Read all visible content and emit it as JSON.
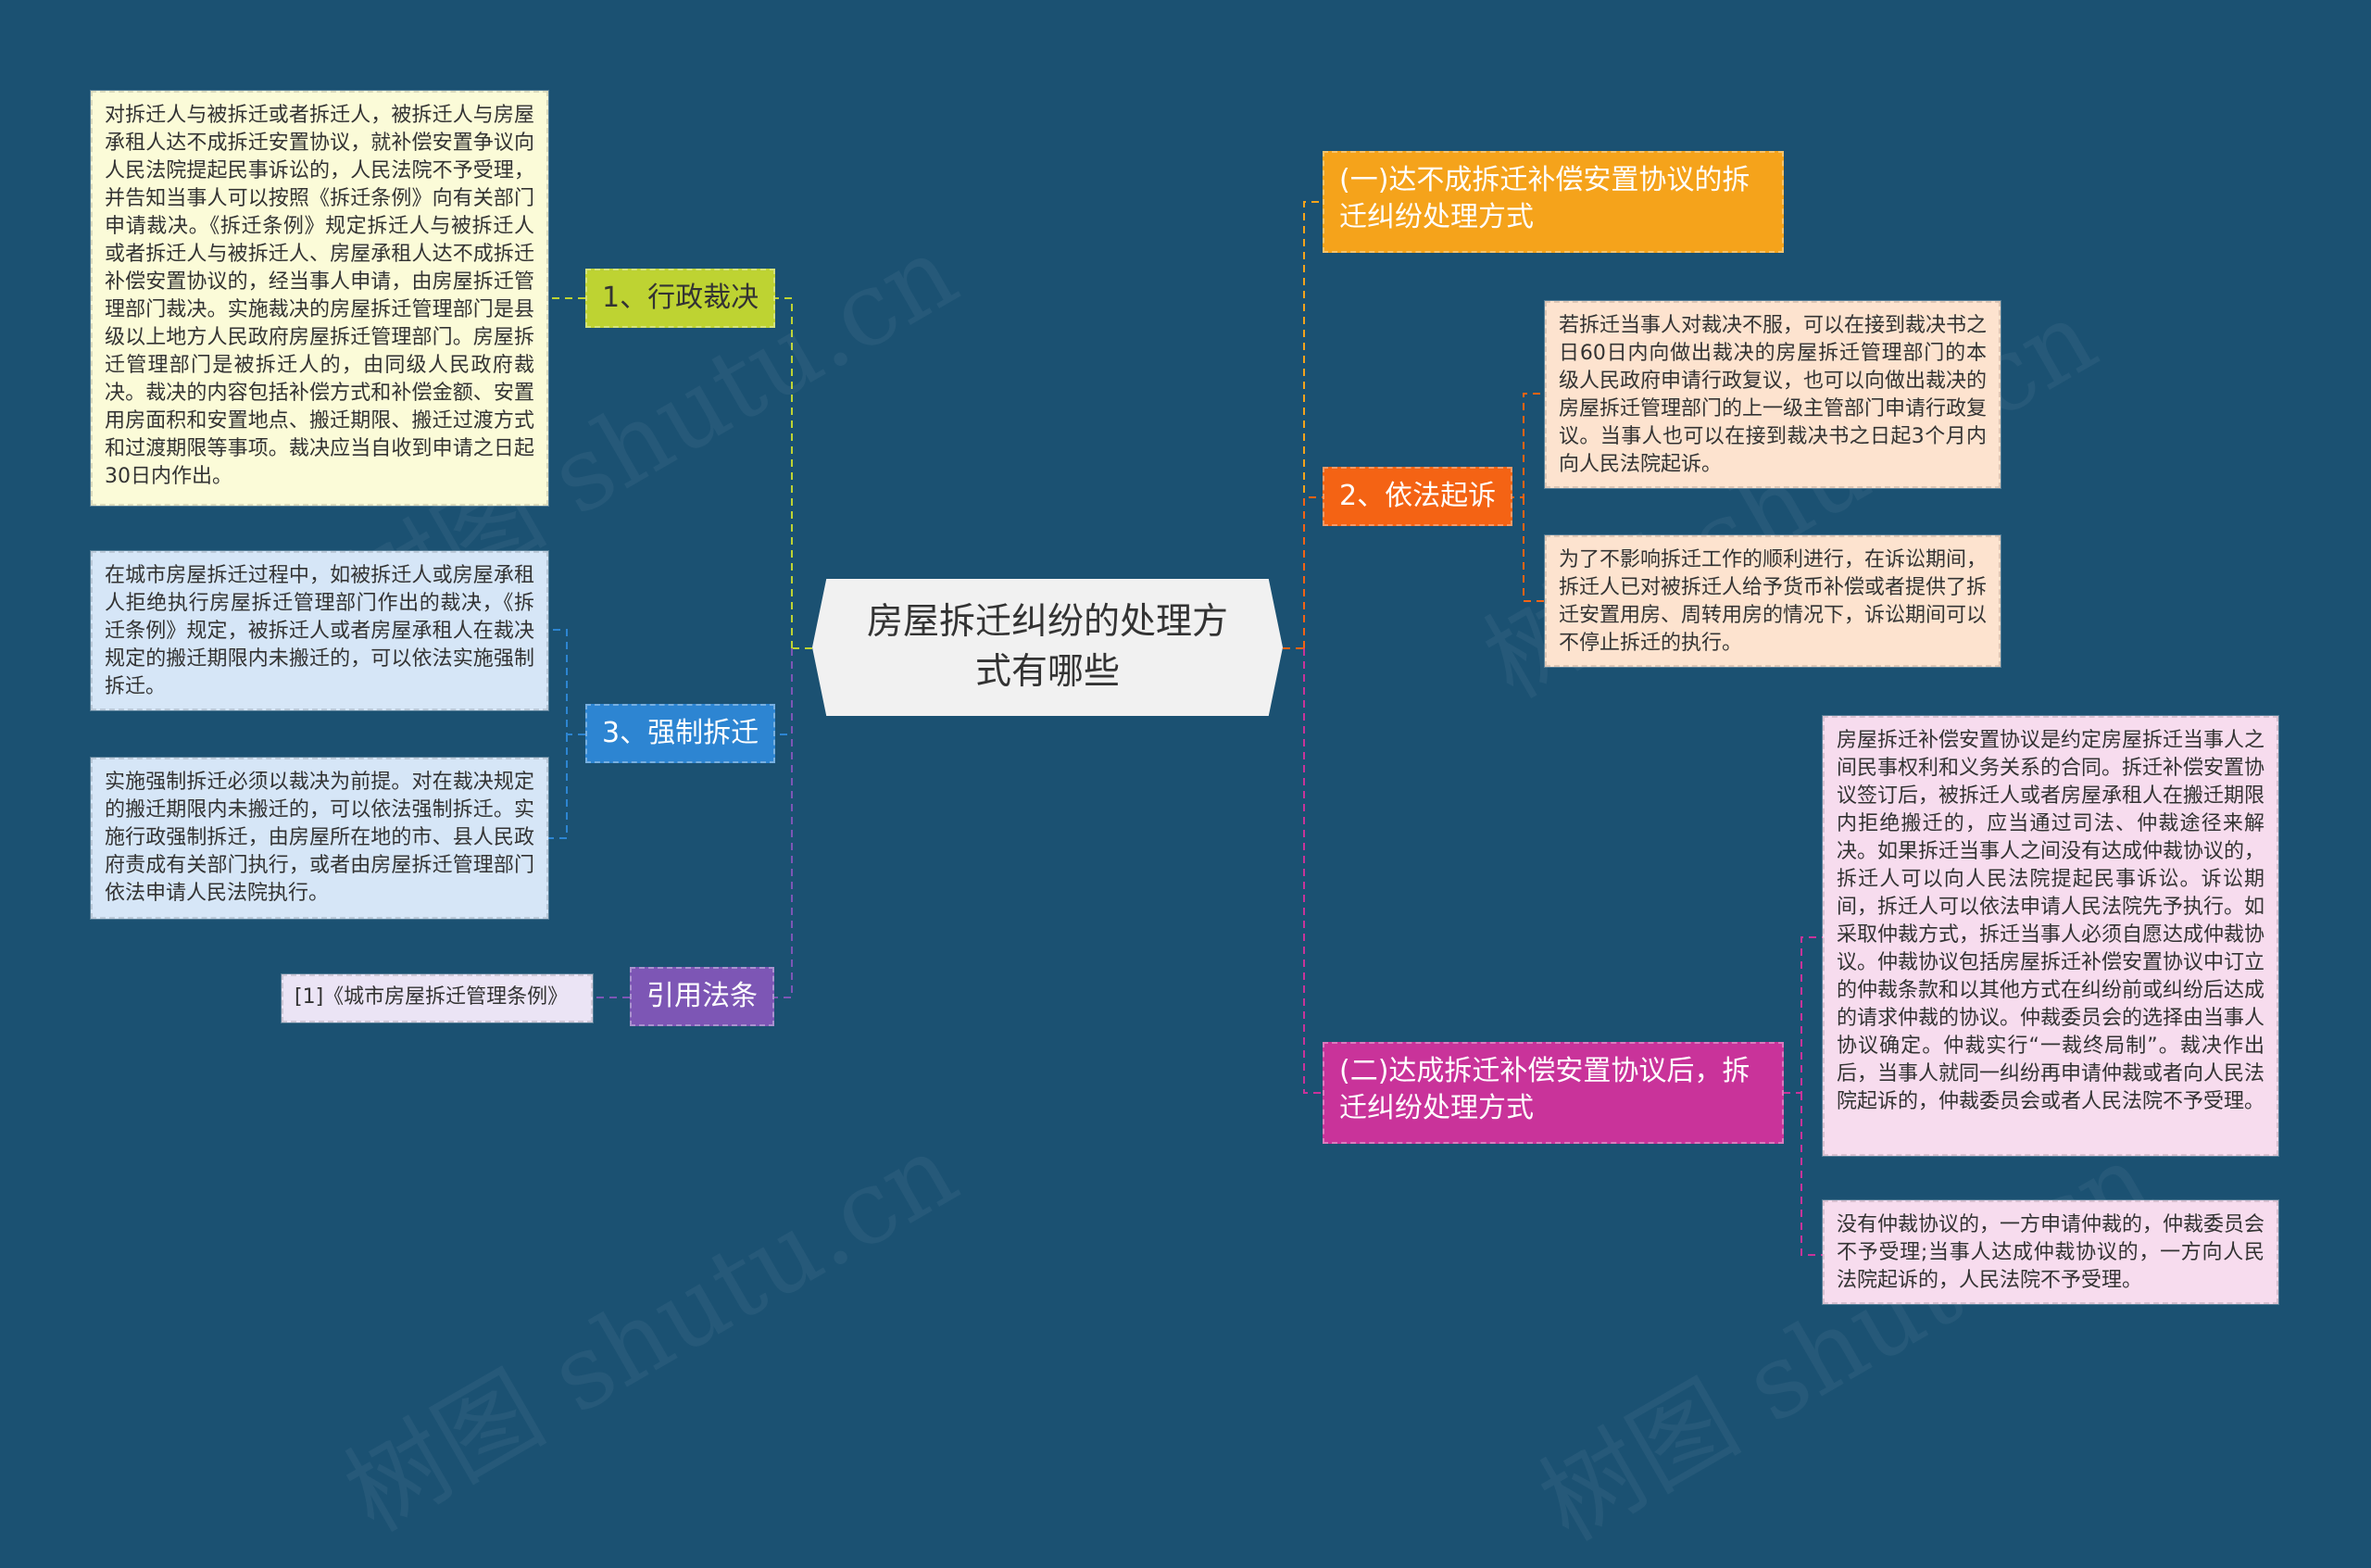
{
  "colors": {
    "background": "#1b5172",
    "center": "#f1f1f1",
    "admin": "#bed332",
    "admin_leaf": "#fbfbd8",
    "force": "#2d85d2",
    "force_leaf": "#d6e6f7",
    "law": "#7d56b5",
    "law_leaf": "#ebe4f5",
    "no_agreement": "#f5a31b",
    "lawsuit": "#f46314",
    "lawsuit_leaf": "#fde3cf",
    "with_agreement": "#c9339a",
    "with_agreement_leaf": "#f7dcee"
  },
  "center": {
    "title": "房屋拆迁纠纷的处理方式有哪些"
  },
  "left": {
    "admin": {
      "label": "1、行政裁决",
      "text": "对拆迁人与被拆迁或者拆迁人，被拆迁人与房屋承租人达不成拆迁安置协议，就补偿安置争议向人民法院提起民事诉讼的，人民法院不予受理，并告知当事人可以按照《拆迁条例》向有关部门申请裁决。《拆迁条例》规定拆迁人与被拆迁人或者拆迁人与被拆迁人、房屋承租人达不成拆迁补偿安置协议的，经当事人申请，由房屋拆迁管理部门裁决。实施裁决的房屋拆迁管理部门是县级以上地方人民政府房屋拆迁管理部门。房屋拆迁管理部门是被拆迁人的，由同级人民政府裁决。裁决的内容包括补偿方式和补偿金额、安置用房面积和安置地点、搬迁期限、搬迁过渡方式和过渡期限等事项。裁决应当自收到申请之日起30日内作出。"
    },
    "force": {
      "label": "3、强制拆迁",
      "text1": "在城市房屋拆迁过程中，如被拆迁人或房屋承租人拒绝执行房屋拆迁管理部门作出的裁决，《拆迁条例》规定，被拆迁人或者房屋承租人在裁决规定的搬迁期限内未搬迁的，可以依法实施强制拆迁。",
      "text2": "实施强制拆迁必须以裁决为前提。对在裁决规定的搬迁期限内未搬迁的，可以依法强制拆迁。实施行政强制拆迁，由房屋所在地的市、县人民政府责成有关部门执行，或者由房屋拆迁管理部门依法申请人民法院执行。"
    },
    "law": {
      "label": "引用法条",
      "text": "[1]《城市房屋拆迁管理条例》"
    }
  },
  "right": {
    "no_agreement": {
      "label": "(一)达不成拆迁补偿安置协议的拆迁纠纷处理方式"
    },
    "lawsuit": {
      "label": "2、依法起诉",
      "text1": "若拆迁当事人对裁决不服，可以在接到裁决书之日60日内向做出裁决的房屋拆迁管理部门的本级人民政府申请行政复议，也可以向做出裁决的房屋拆迁管理部门的上一级主管部门申请行政复议。当事人也可以在接到裁决书之日起3个月内向人民法院起诉。",
      "text2": "为了不影响拆迁工作的顺利进行，在诉讼期间，拆迁人已对被拆迁人给予货币补偿或者提供了拆迁安置用房、周转用房的情况下，诉讼期间可以不停止拆迁的执行。"
    },
    "with_agreement": {
      "label": "(二)达成拆迁补偿安置协议后，拆迁纠纷处理方式",
      "text1": "房屋拆迁补偿安置协议是约定房屋拆迁当事人之间民事权利和义务关系的合同。拆迁补偿安置协议签订后，被拆迁人或者房屋承租人在搬迁期限内拒绝搬迁的，应当通过司法、仲裁途径来解决。如果拆迁当事人之间没有达成仲裁协议的，拆迁人可以向人民法院提起民事诉讼。诉讼期间，拆迁人可以依法申请人民法院先予执行。如采取仲裁方式，拆迁当事人必须自愿达成仲裁协议。仲裁协议包括房屋拆迁补偿安置协议中订立的仲裁条款和以其他方式在纠纷前或纠纷后达成的请求仲裁的协议。仲裁委员会的选择由当事人协议确定。仲裁实行“一裁终局制”。裁决作出后，当事人就同一纠纷再申请仲裁或者向人民法院起诉的，仲裁委员会或者人民法院不予受理。",
      "text2": "没有仲裁协议的，一方申请仲裁的，仲裁委员会不予受理;当事人达成仲裁协议的，一方向人民法院起诉的，人民法院不予受理。"
    }
  },
  "watermark": "树图 shutu.cn"
}
